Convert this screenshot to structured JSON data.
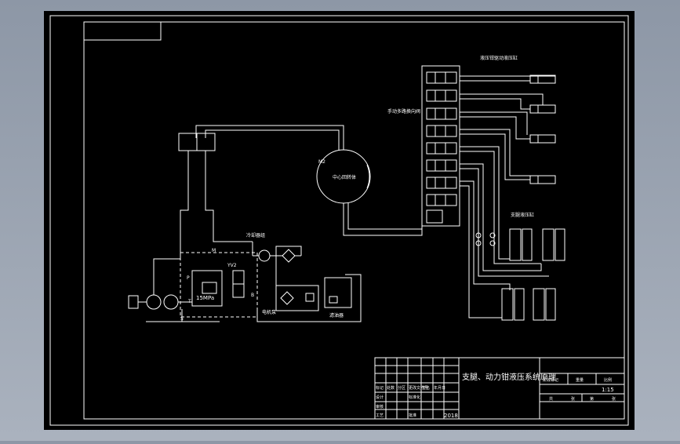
{
  "colors": {
    "background_outer": "#9aa3b0",
    "sheet": "#000000",
    "line": "#ffffff",
    "title_text": "#ffffff"
  },
  "drawing": {
    "title": "支腿、动力钳液压系统原理",
    "labels": {
      "top_right_group": "液压钳驱动液压缸",
      "multi_valve": "手动多路换向阀",
      "right_group": "支腿液压缸",
      "motor": "M2",
      "rotary": "中心回转体",
      "pressure": "15MPa",
      "cooler_group": "冷却器组",
      "motor_group": "电机泵",
      "filter_group": "滤油器",
      "port_p": "P",
      "port_t": "T",
      "port_s": "S",
      "port_b": "B",
      "port_m": "M",
      "yv2": "YV2"
    },
    "title_block": {
      "scale": "1:15",
      "date": "2018",
      "left_rows": [
        [
          "标记",
          "处数",
          "分区",
          "更改文件号",
          "签名",
          "年月日"
        ],
        [
          "设计",
          "",
          "",
          "标准化",
          "",
          ""
        ],
        [
          "审核",
          "",
          "",
          "",
          "",
          ""
        ],
        [
          "工艺",
          "",
          "",
          "批准",
          "",
          ""
        ]
      ],
      "right_header": [
        "阶段标记",
        "重量",
        "比例"
      ],
      "right_footer": [
        "共",
        "张",
        "第",
        "张"
      ]
    }
  }
}
